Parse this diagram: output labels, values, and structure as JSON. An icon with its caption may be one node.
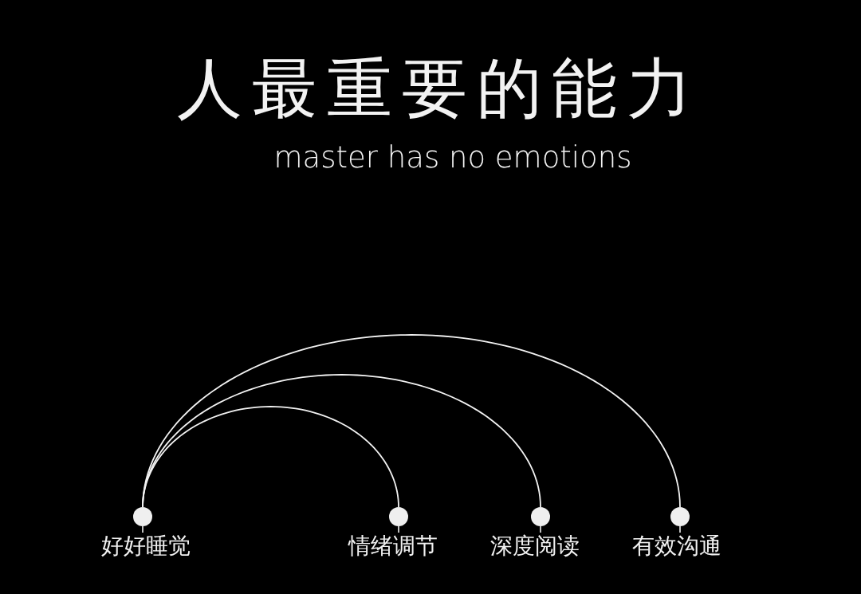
{
  "diagram": {
    "title": "人最重要的能力",
    "nodes": [
      {
        "text": [],
        "shape": "circle",
        "beside": [
          "好好睡觉"
        ]
      },
      {
        "text": [],
        "shape": "circle",
        "beside": [
          "情绪调节"
        ]
      },
      {
        "text": [],
        "shape": "circle",
        "beside": [
          "深度阅读"
        ]
      },
      {
        "text": [],
        "shape": "circle",
        "beside": [
          "有效沟通"
        ]
      }
    ],
    "edges": [
      {
        "from": 0,
        "to": 1,
        "arrow": "none"
      },
      {
        "from": 0,
        "to": 2,
        "arrow": "none"
      },
      {
        "from": 0,
        "to": 3,
        "arrow": "none"
      }
    ],
    "labels": [
      "master has no emotions"
    ]
  }
}
